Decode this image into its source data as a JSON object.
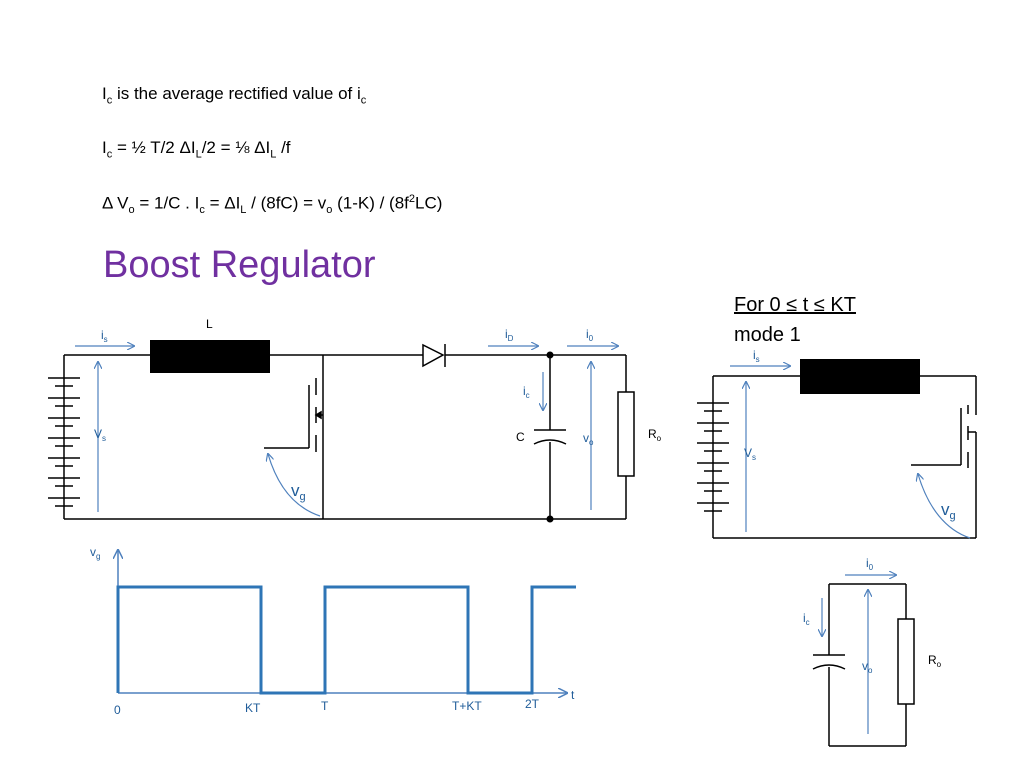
{
  "equations": {
    "line1": {
      "a": "I",
      "a_sub": "c",
      "b": " is the average rectified  value of i",
      "b_sub": "c"
    },
    "line2": {
      "a": "I",
      "a_sub": "c",
      "b": " = ½ T/2 ΔI",
      "b_sub": "L",
      "c": "/2 = ⅛  ΔI",
      "c_sub": "L",
      "d": " /f"
    },
    "line3": {
      "a": "Δ V",
      "a_sub": "o",
      "b": " = 1/C .  I",
      "b_sub": "c",
      "c": "  = ΔI",
      "c_sub": "L",
      "d": " / (8fC) = v",
      "d_sub": "o",
      "e": " (1-K) / (8f",
      "e_sup": "2",
      "f": "LC)"
    }
  },
  "title": "Boost Regulator",
  "mode_note": {
    "line1": "For 0 ≤ t ≤ KT",
    "line2": "mode 1"
  },
  "circuit_main": {
    "L": "L",
    "is": "i",
    "is_sub": "s",
    "iD": "i",
    "iD_sub": "D",
    "i0": "i",
    "i0_sub": "0",
    "ic": "i",
    "ic_sub": "c",
    "C": "C",
    "vo": "v",
    "vo_sub": "o",
    "Ro": "R",
    "Ro_sub": "o",
    "Vs": "V",
    "Vs_sub": "s",
    "vg": "v",
    "vg_sub": "g"
  },
  "waveform": {
    "y_label": "v",
    "y_label_sub": "g",
    "x_label": "t",
    "ticks": [
      "0",
      "KT",
      "T",
      "T+KT",
      "2T"
    ]
  },
  "circuit_mode1": {
    "is": "i",
    "is_sub": "s",
    "Vs": "V",
    "Vs_sub": "s",
    "vg": "v",
    "vg_sub": "g"
  },
  "circuit_output": {
    "i0": "i",
    "i0_sub": "0",
    "ic": "i",
    "ic_sub": "c",
    "vo": "v",
    "vo_sub": "o",
    "Ro": "R",
    "Ro_sub": "o"
  },
  "colors": {
    "title": "#7030a0",
    "label": "#1f5c99",
    "arrow": "#4f81bd",
    "wave": "#2e75b6"
  }
}
